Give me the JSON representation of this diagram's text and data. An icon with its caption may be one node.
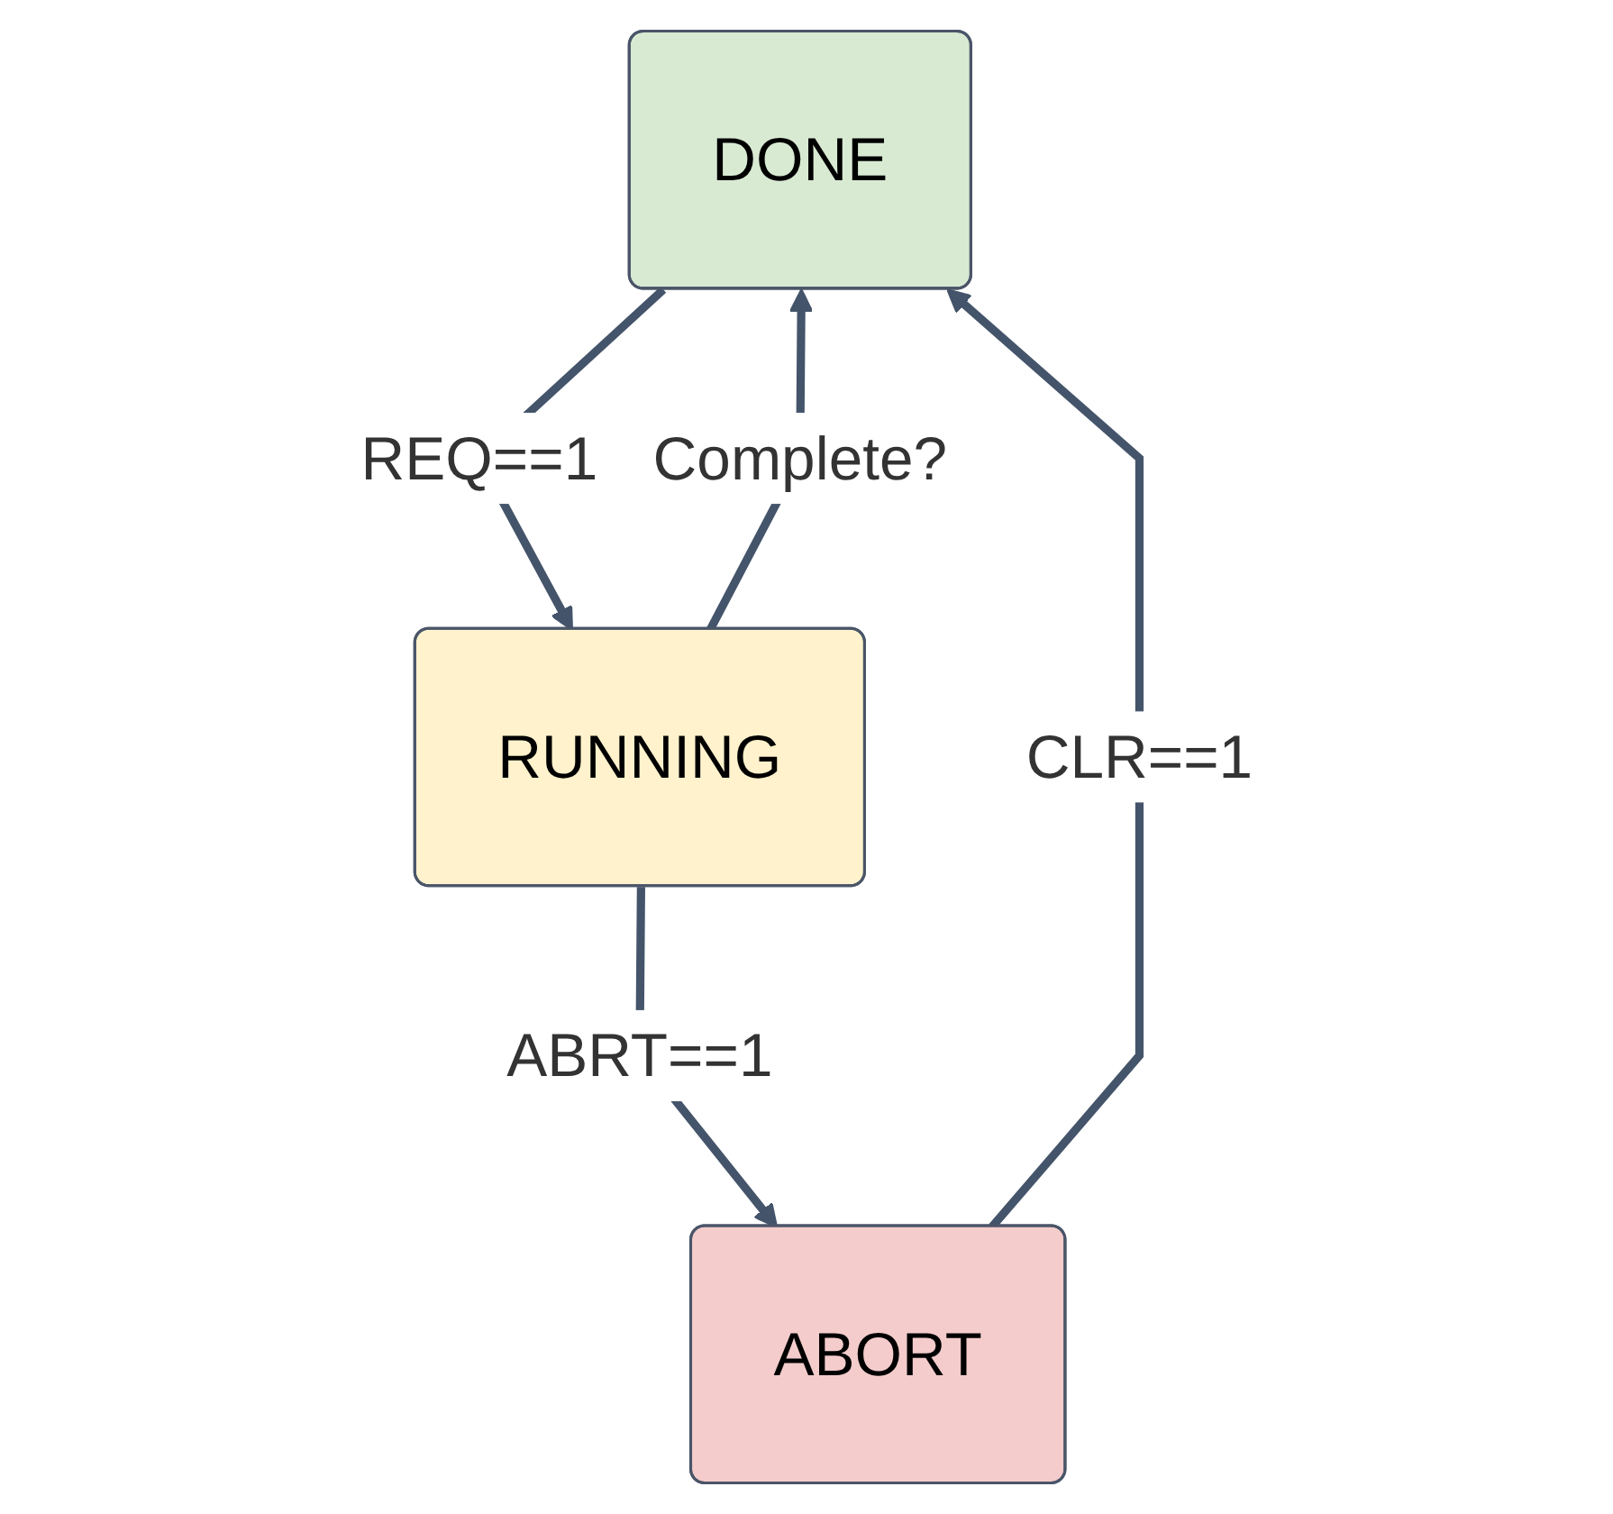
{
  "diagram": {
    "nodes": [
      {
        "text": [
          "DONE"
        ]
      },
      {
        "text": [
          "RUNNING"
        ]
      },
      {
        "text": [
          "ABORT"
        ]
      }
    ],
    "edges": [
      {
        "from": 0,
        "to": 1,
        "arrow": "to",
        "label": "REQ==1"
      },
      {
        "from": 1,
        "to": 0,
        "arrow": "to",
        "label": "Complete?"
      },
      {
        "from": 1,
        "to": 2,
        "arrow": "to",
        "label": "ABRT==1"
      },
      {
        "from": 2,
        "to": 0,
        "arrow": "to",
        "label": "CLR==1"
      }
    ]
  }
}
